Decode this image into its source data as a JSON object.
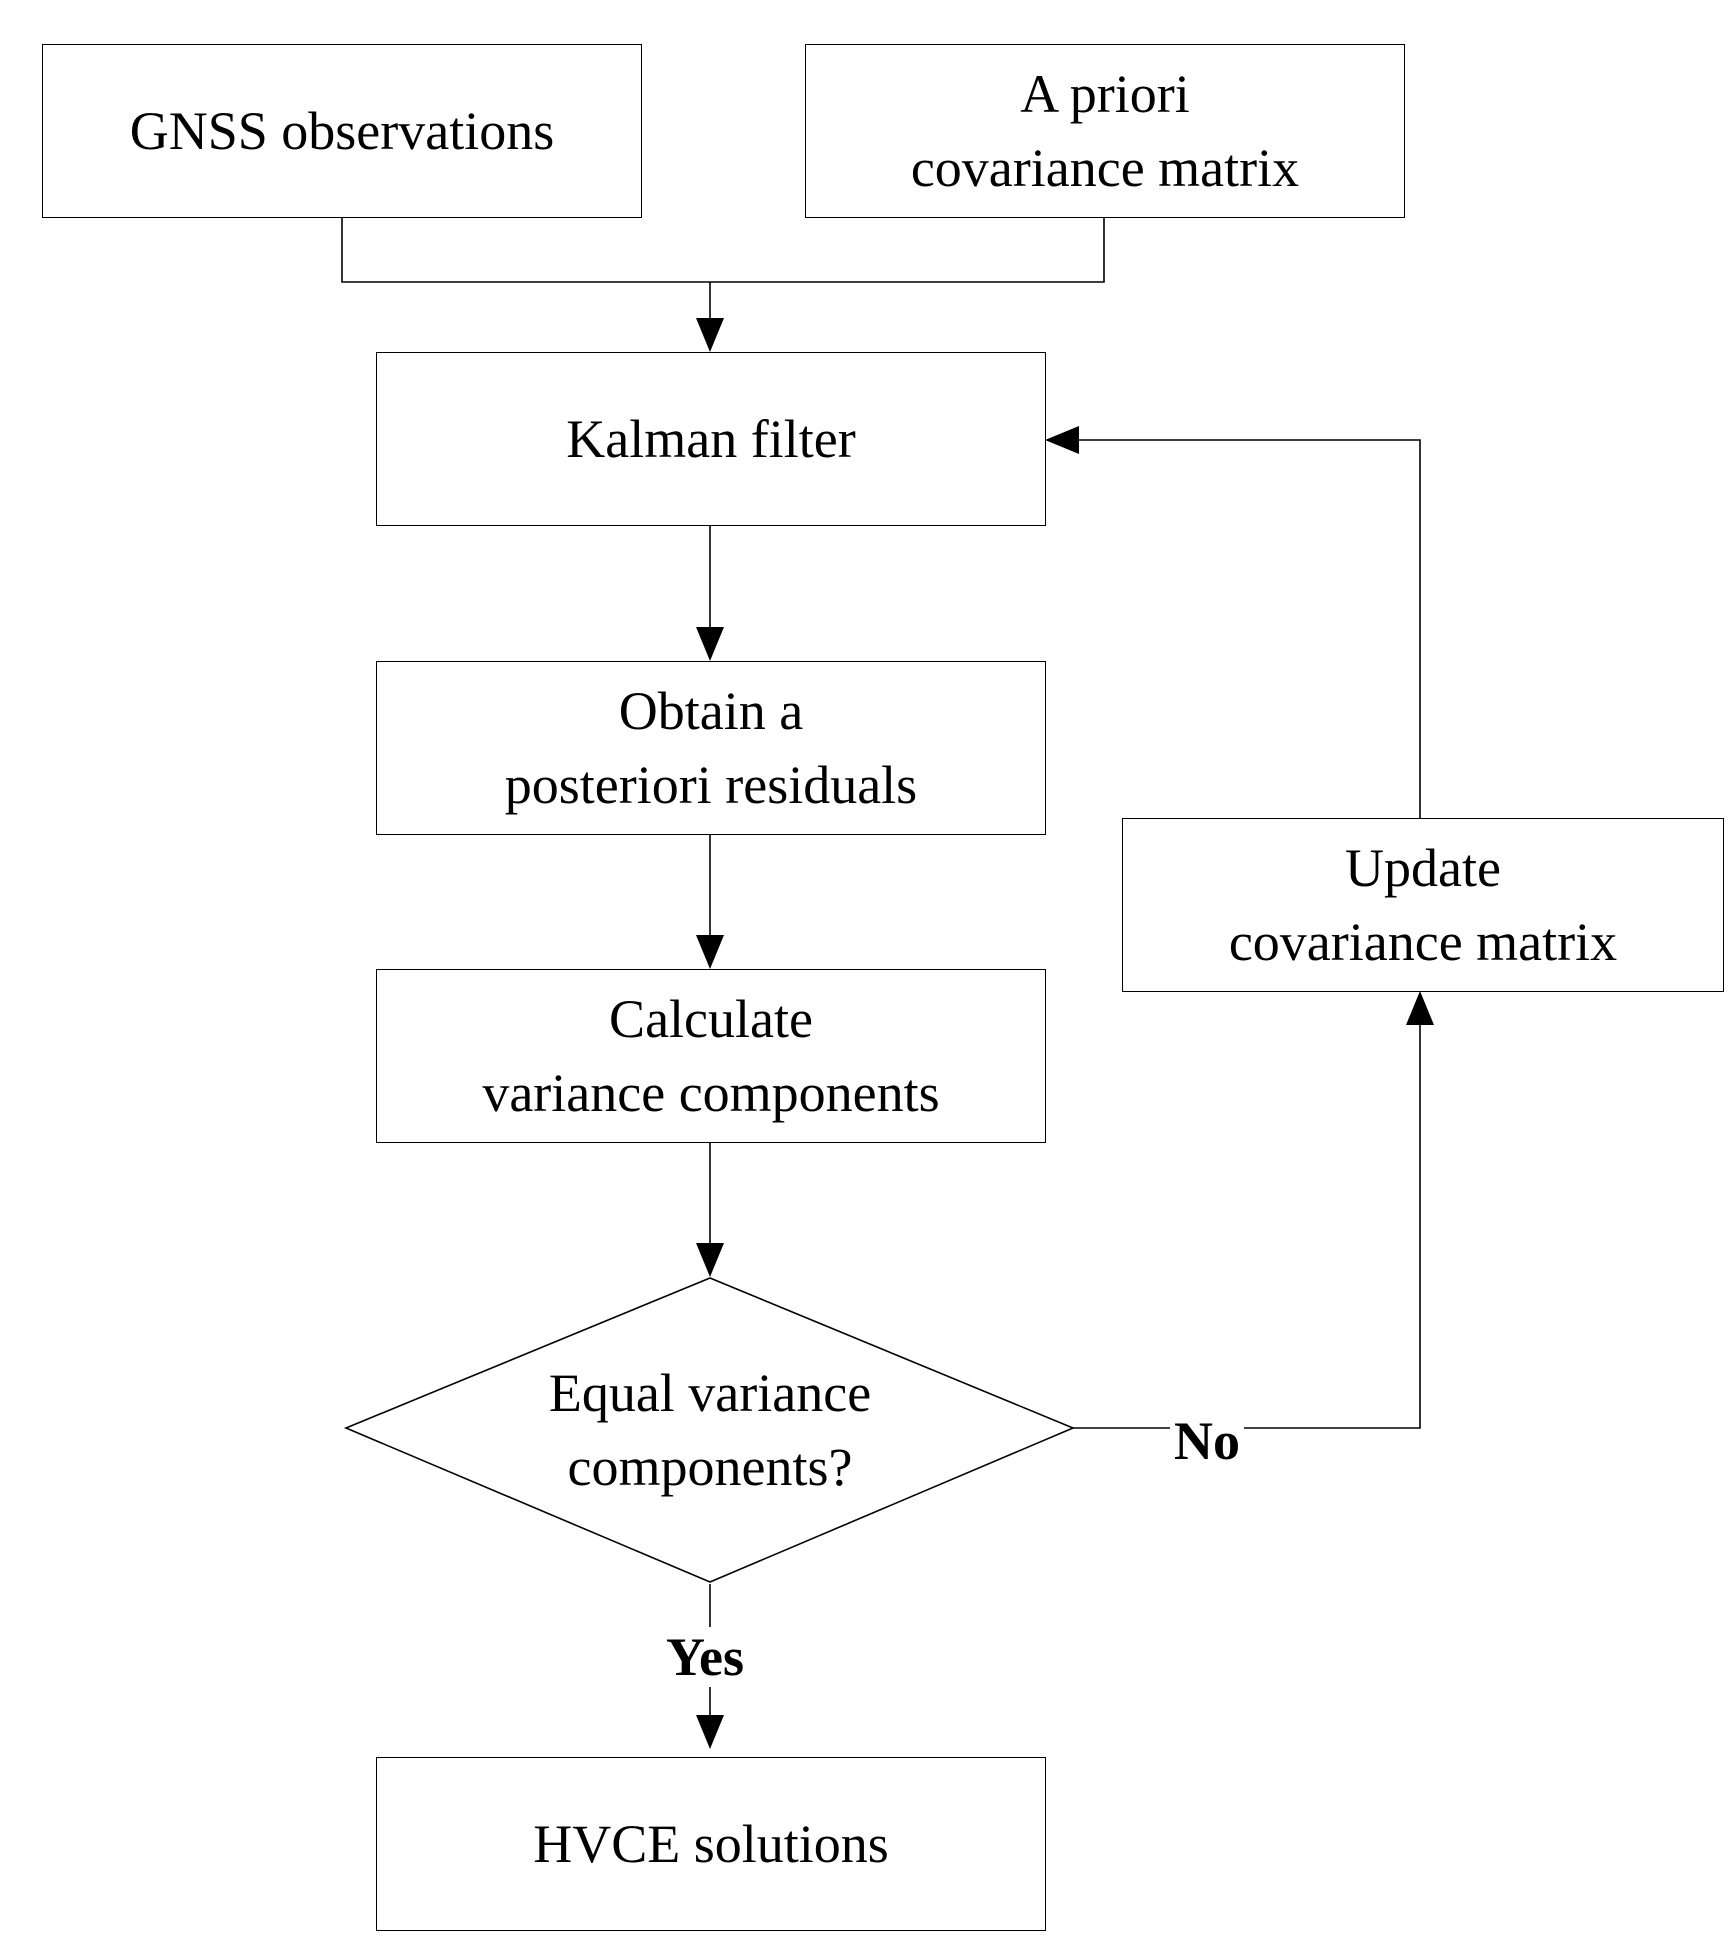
{
  "nodes": {
    "gnss": {
      "line1": "GNSS observations"
    },
    "apriori": {
      "line1": "A priori",
      "line2": "covariance matrix"
    },
    "kalman": {
      "line1": "Kalman filter"
    },
    "residuals": {
      "line1": "Obtain a",
      "line2": "posteriori residuals"
    },
    "calculate": {
      "line1": "Calculate",
      "line2": "variance components"
    },
    "decision": {
      "line1": "Equal variance",
      "line2": "components?"
    },
    "update": {
      "line1": "Update",
      "line2": "covariance matrix"
    },
    "hvce": {
      "line1": "HVCE solutions"
    }
  },
  "labels": {
    "no": "No",
    "yes": "Yes"
  },
  "colors": {
    "stroke": "#000000",
    "background": "#ffffff"
  }
}
